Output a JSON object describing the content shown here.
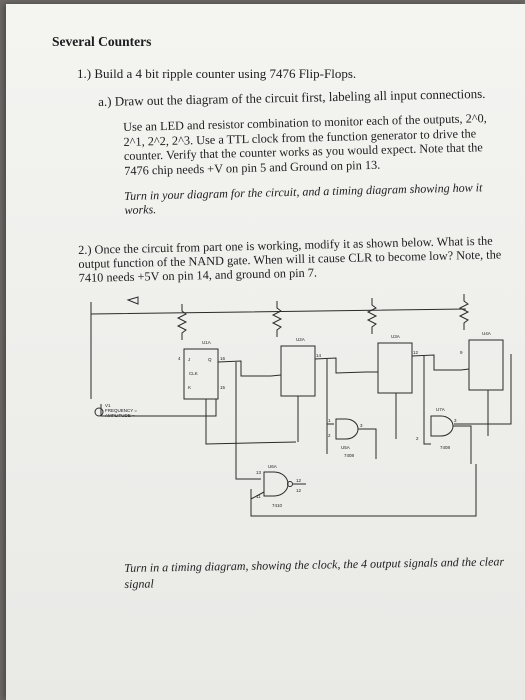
{
  "title": "Several Counters",
  "question1": {
    "heading": "1.) Build a 4 bit ripple counter using 7476 Flip-Flops.",
    "part_a_heading": "a.) Draw out the diagram of the circuit first, labeling all input connections.",
    "part_a_body": [
      "Use an LED and resistor combination to monitor each of the outputs, 2^0,",
      "2^1, 2^2, 2^3.  Use a TTL clock from the function generator to drive the",
      "counter.  Verify that the counter works as you would expect.  Note that the",
      "7476 chip needs +V on pin 5 and Ground on pin 13."
    ],
    "part_a_turnin": [
      "Turn in your diagram for the circuit, and a timing diagram showing how it",
      "works."
    ]
  },
  "question2": {
    "lines": [
      "2.) Once the circuit from part one is working, modify it as shown below.  What is the",
      "output function of the NAND gate.  When will it cause CLR to become low? Note, the",
      "7410 needs +5V on pin 14, and ground on pin 7."
    ]
  },
  "circuit": {
    "flipflop_labels": [
      "U1A",
      "U2A",
      "U3A",
      "U4A"
    ],
    "gate_labels": [
      "U5A",
      "U7A",
      "U6A"
    ],
    "gate_chip_labels": [
      "7408",
      "7408",
      "7410"
    ],
    "pin_numbers": [
      "4",
      "16",
      "15",
      "14",
      "12",
      "9",
      "1",
      "2",
      "3",
      "13",
      "12",
      "11",
      "2",
      "3",
      "12"
    ],
    "source_labels": [
      "V1",
      "FREQUENCY =",
      "AMPLITUDE ="
    ],
    "ff_pin_text": [
      "J",
      "K",
      "Q",
      "CLK"
    ]
  },
  "footer": "Turn in a timing diagram, showing the clock, the 4 output signals and the clear signal",
  "colors": {
    "paper": "#f1f1ee",
    "ink": "#1d1d1f",
    "background": "#6d6a66"
  }
}
